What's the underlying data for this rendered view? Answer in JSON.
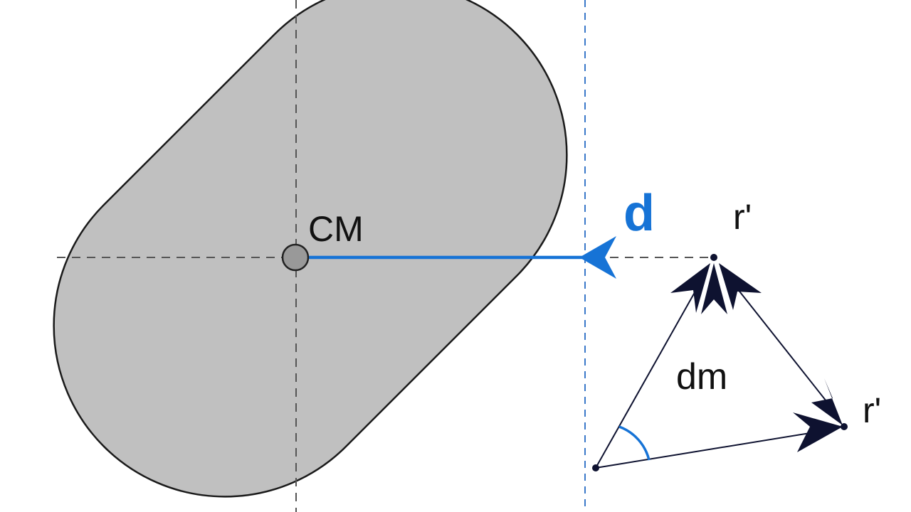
{
  "labels": {
    "center_of_mass": "CM",
    "distance": "d",
    "position_top": "r'",
    "position_right": "r'",
    "mass_element": "dm"
  },
  "colors": {
    "body_fill": "#c0c0c0",
    "body_stroke": "#1a1a1a",
    "guide_dash": "#555555",
    "axis_dash": "#3a78c9",
    "distance_accent": "#1673d6",
    "vector_ink": "#0e1230",
    "background": "#ffffff"
  }
}
